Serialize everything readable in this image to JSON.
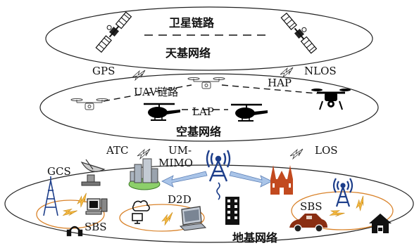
{
  "diagram": {
    "satellite_tier": {
      "link_label": "卫星链路",
      "network_label": "天基网络"
    },
    "air_tier": {
      "uav_link_label": "UAV链路",
      "hap_label": "HAP",
      "lap_label": "LAP",
      "network_label": "空基网络"
    },
    "ground_tier": {
      "network_label": "地基网络"
    },
    "links": {
      "gps": "GPS",
      "nlos": "NLOS",
      "atc": "ATC",
      "los": "LOS"
    },
    "nodes": {
      "gcs": "GCS",
      "um_mimo_line1": "UM-",
      "um_mimo_line2": "MIMO",
      "d2d": "D2D",
      "sbs_left": "SBS",
      "sbs_right": "SBS"
    },
    "colors": {
      "ellipse_stroke": "#222222",
      "lightning_fill": "#f4b942",
      "orange_ring": "#d9832b",
      "mimo_blue": "#1d3e8a",
      "arrow_blue": "#a9c4e8",
      "brick": "#c24a1f",
      "car_brown": "#8a2e12"
    }
  }
}
